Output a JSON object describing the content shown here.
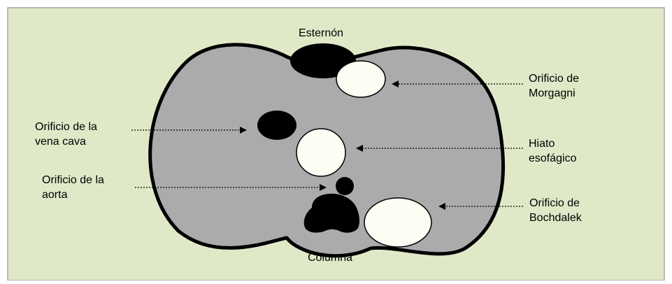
{
  "labels": {
    "sternum": "Esternón",
    "spine": "Columna",
    "morgagni_line1": "Orificio de",
    "morgagni_line2": "Morgagni",
    "vena_cava_line1": "Orificio de la",
    "vena_cava_line2": "vena cava",
    "hiatus_line1": "Hiato",
    "hiatus_line2": "esofágico",
    "aorta_line1": "Orificio de la",
    "aorta_line2": "aorta",
    "bochdalek_line1": "Orificio de",
    "bochdalek_line2": "Bochdalek"
  },
  "colors": {
    "panel_background": "#dfe9c8",
    "panel_border": "#a6a6a6",
    "diaphragm_fill": "#ababab",
    "diaphragm_outline": "#000000",
    "orifice_fill": "#fdfdf3",
    "solid_structure": "#000000"
  }
}
